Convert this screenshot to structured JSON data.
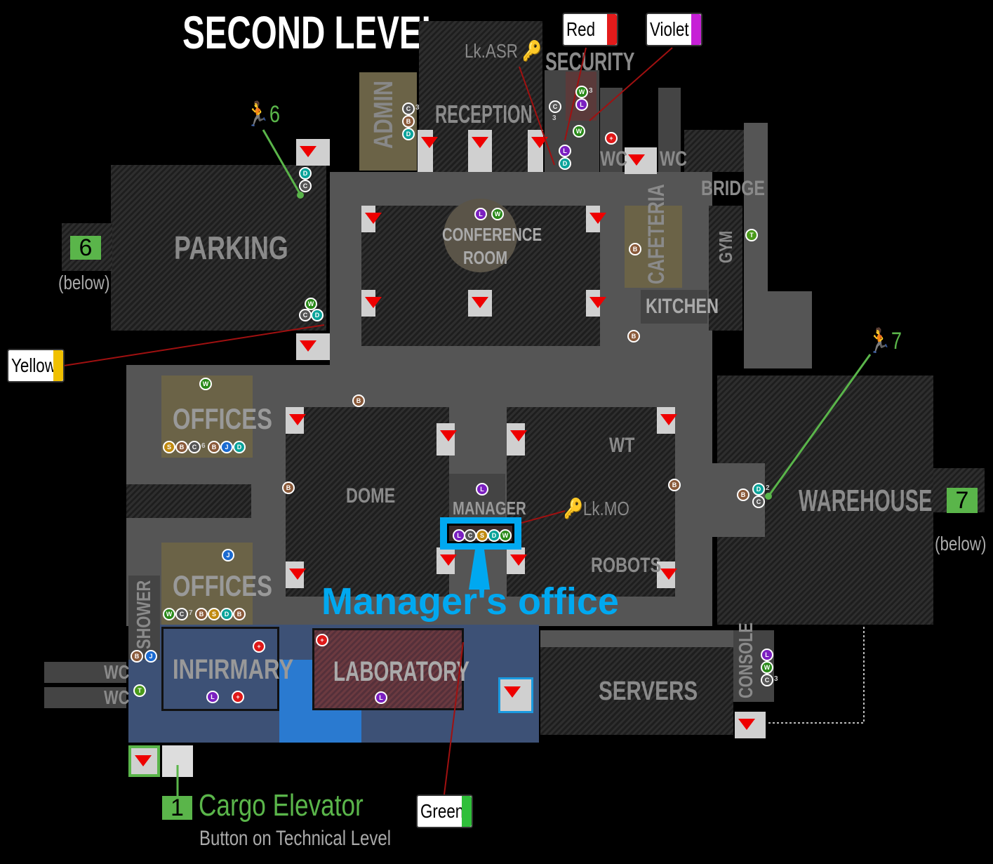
{
  "title": "SECOND LEVEL",
  "rooms": {
    "parking": "PARKING",
    "admin": "ADMIN",
    "reception": "RECEPTION",
    "security": "SECURITY",
    "wc1": "WC",
    "wc2": "WC",
    "bridge": "BRIDGE",
    "conference1": "CONFERENCE",
    "conference2": "ROOM",
    "cafeteria": "CAFETERIA",
    "gym": "GYM",
    "kitchen": "KITCHEN",
    "offices_top": "OFFICES",
    "offices_bottom": "OFFICES",
    "dome": "DOME",
    "manager": "MANAGER",
    "wt": "WT",
    "robots": "ROBOTS",
    "warehouse": "WAREHOUSE",
    "shower": "SHOWER",
    "infirmary": "INFIRMARY",
    "laboratory": "LABORATORY",
    "servers": "SERVERS",
    "console": "CONSOLE",
    "wc3": "WC",
    "wc4": "WC"
  },
  "keys": {
    "asr": "Lk.ASR",
    "mo": "Lk.MO"
  },
  "callouts": {
    "red": {
      "label": "Red",
      "color": "#e41b1b"
    },
    "violet": {
      "label": "Violet",
      "color": "#c61fd6"
    },
    "yellow": {
      "label": "Yellow",
      "color": "#f0c000"
    },
    "green": {
      "label": "Green",
      "color": "#2fbf3a"
    }
  },
  "manager_office": "Manager's office",
  "exits": {
    "six_top": "6",
    "six_left": "6",
    "six_below": "(below)",
    "seven_top": "7",
    "seven_right": "7",
    "seven_below": "(below)",
    "one": "1",
    "cargo": "Cargo Elevator",
    "cargo_note": "Button on Technical Level"
  },
  "markers": {
    "L": "L",
    "W": "W",
    "D": "D",
    "C": "C",
    "B": "B",
    "S": "S",
    "J": "J",
    "T": "T",
    "M": "+"
  },
  "counts": {
    "three": "3",
    "six": "6",
    "seven": "7",
    "two": "2"
  },
  "colors": {
    "accent_blue": "#00a8f0",
    "exit_green": "#5ab54a"
  }
}
